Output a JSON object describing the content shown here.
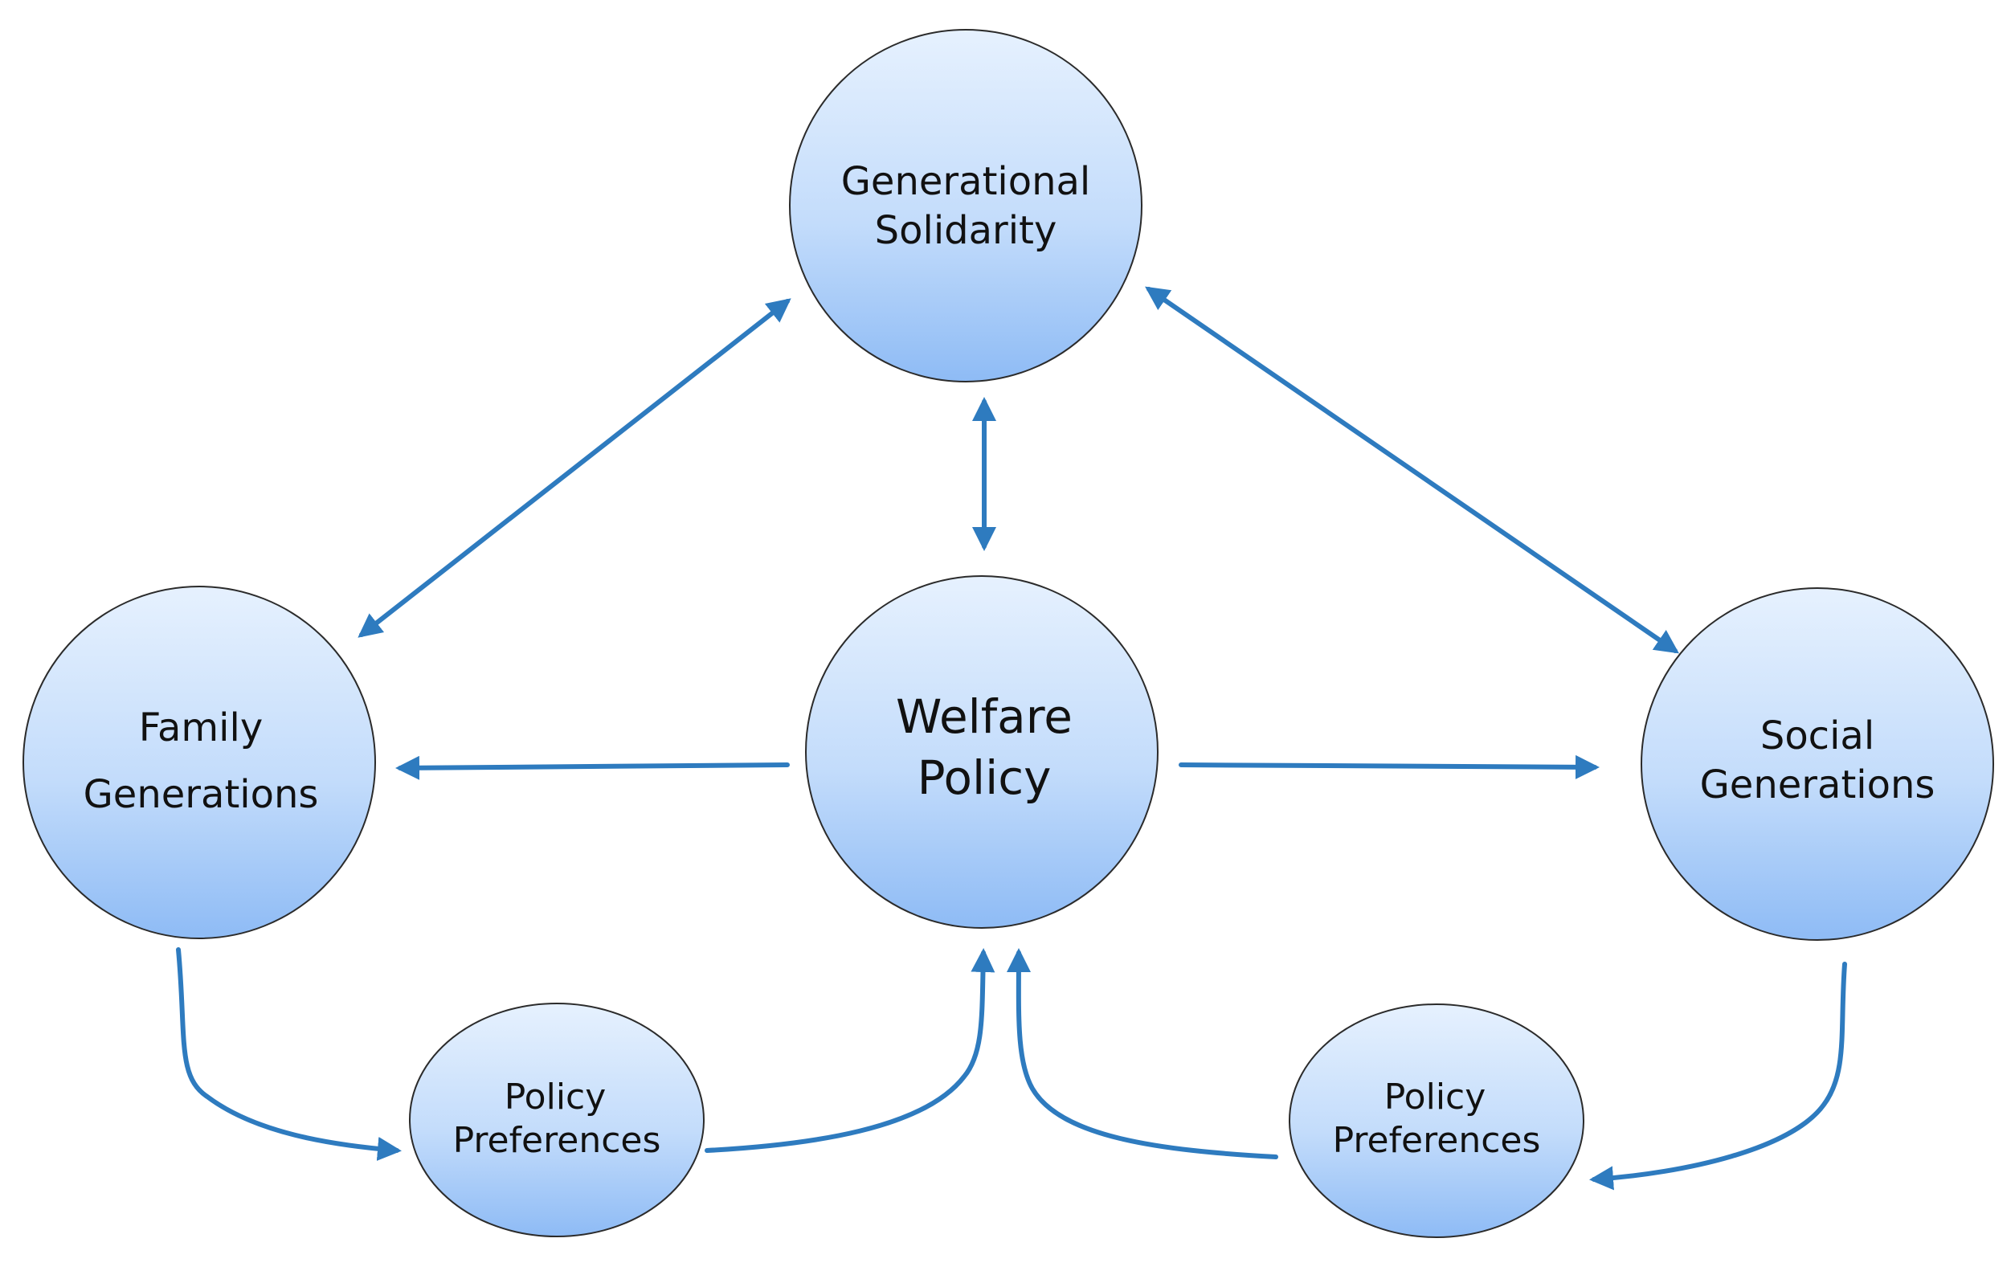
{
  "nodes": {
    "generational_solidarity": {
      "lines": [
        "Generational",
        "Solidarity"
      ]
    },
    "family_generations": {
      "lines": [
        "Family",
        "Generations"
      ]
    },
    "welfare_policy": {
      "lines": [
        "Welfare",
        "Policy"
      ]
    },
    "social_generations": {
      "lines": [
        "Social",
        "Generations"
      ]
    },
    "policy_preferences_left": {
      "lines": [
        "Policy",
        "Preferences"
      ]
    },
    "policy_preferences_right": {
      "lines": [
        "Policy",
        "Preferences"
      ]
    }
  },
  "colors": {
    "node_fill_top": "#e6f1fe",
    "node_fill_bottom": "#8ebbf5",
    "arrow": "#2e7bbf",
    "outline": "#2b2b2b"
  }
}
